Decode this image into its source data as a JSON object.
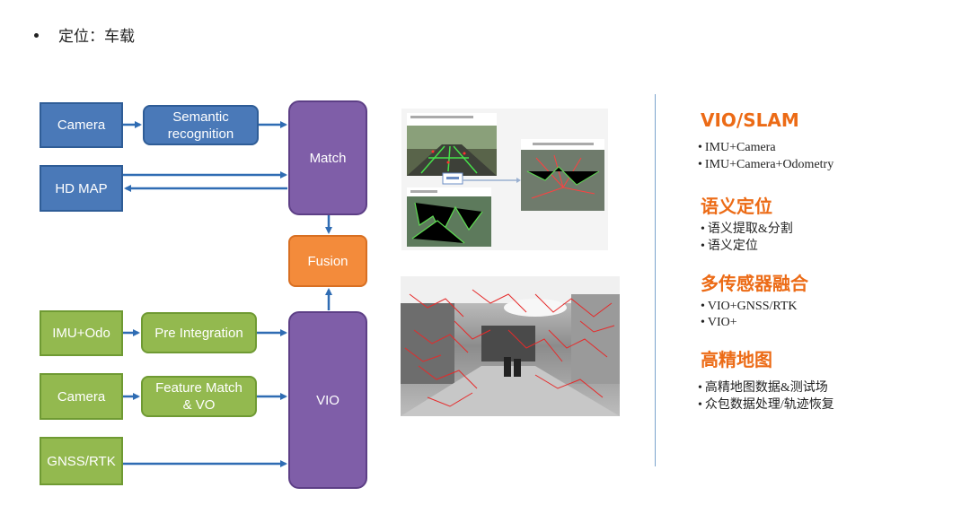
{
  "header": {
    "text": "定位：车载"
  },
  "diagram": {
    "camera1": "Camera",
    "semantic": "Semantic recognition",
    "hdmap": "HD MAP",
    "match": "Match",
    "fusion": "Fusion",
    "imu_odo": "IMU+Odo",
    "pre_integration": "Pre Integration",
    "camera2": "Camera",
    "feature_match": "Feature Match & VO",
    "gnss": "GNSS/RTK",
    "vio": "VIO"
  },
  "colors": {
    "blue": "#4a79b8",
    "green": "#93b94f",
    "purple": "#7f5ea8",
    "orange": "#f38b3b",
    "accent": "#ec6b16",
    "arrow": "#2f6cb3"
  },
  "sections": [
    {
      "title": "VIO/SLAM",
      "items": [
        "IMU+Camera",
        "IMU+Camera+Odometry"
      ]
    },
    {
      "title": "语义定位",
      "items": [
        "语义提取&分割",
        "语义定位"
      ]
    },
    {
      "title": "多传感器融合",
      "items": [
        "VIO+GNSS/RTK",
        "VIO+"
      ]
    },
    {
      "title": "高精地图",
      "items": [
        "高精地图数据&测试场",
        "众包数据处理/轨迹恢复"
      ]
    }
  ]
}
